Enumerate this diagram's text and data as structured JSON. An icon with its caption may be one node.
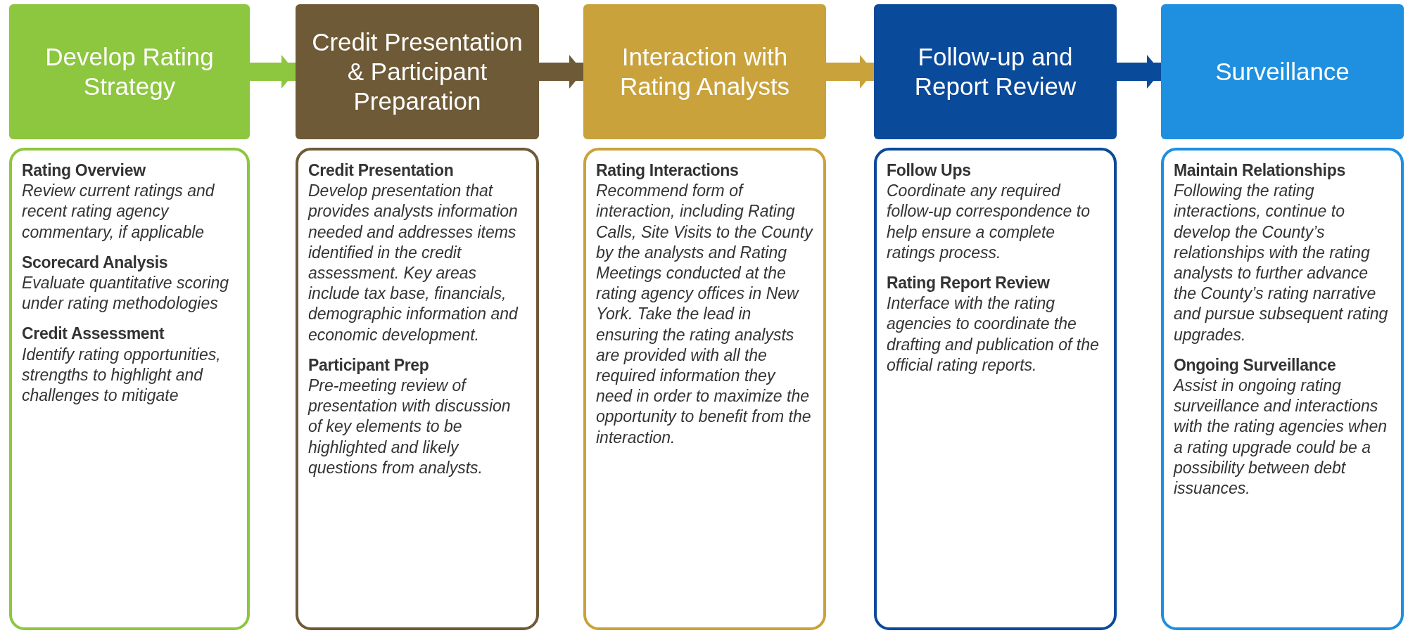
{
  "diagram": {
    "nodes": [
      {
        "text": [
          "Develop Rating Strategy"
        ]
      },
      {
        "text": [
          "Rating Overview",
          "Review current ratings and recent rating agency commentary, if applicable",
          "Scorecard Analysis",
          "Evaluate quantitative scoring under rating methodologies",
          "Credit Assessment",
          "Identify rating opportunities, strengths to highlight and challenges to mitigate"
        ]
      },
      {
        "text": [
          "Credit Presentation & Participant Preparation"
        ]
      },
      {
        "text": [
          "Credit Presentation",
          "Develop presentation that provides analysts information needed and addresses items identified in the credit assessment.  Key areas include tax base, financials, demographic information and economic development.",
          "Participant Prep",
          "Pre-meeting review of presentation with discussion of key elements to be highlighted and likely questions from analysts."
        ]
      },
      {
        "text": [
          "Interaction with Rating Analysts"
        ]
      },
      {
        "text": [
          "Rating Interactions",
          "Recommend form of interaction, including Rating Calls, Site Visits to the County by the analysts and Rating Meetings conducted at the rating agency offices in New York. Take the lead in ensuring the rating analysts are provided with all the required information they need in order to maximize the opportunity to benefit from the interaction."
        ]
      },
      {
        "text": [
          "Follow-up and Report Review"
        ]
      },
      {
        "text": [
          "Follow Ups",
          "Coordinate any required follow-up correspondence to help ensure a complete ratings process.",
          "Rating Report Review",
          "Interface with the rating agencies to coordinate the drafting and publication of the official rating reports."
        ]
      },
      {
        "text": [
          "Surveillance"
        ]
      },
      {
        "text": [
          "Maintain Relationships",
          "Following the rating interactions, continue to develop the County’s relationships with the rating analysts to further advance the County’s rating narrative and pursue subsequent rating upgrades.",
          "Ongoing Surveillance",
          "Assist in ongoing rating surveillance and interactions with the rating agencies when a rating upgrade could be a possibility between debt issuances."
        ]
      }
    ],
    "edges": [
      {
        "from": 0,
        "to": 2,
        "arrow": "to",
        "color": "#8dc63f"
      },
      {
        "from": 2,
        "to": 4,
        "arrow": "to",
        "color": "#6e5a36"
      },
      {
        "from": 4,
        "to": 6,
        "arrow": "to",
        "color": "#c9a23c"
      },
      {
        "from": 6,
        "to": 8,
        "arrow": "to",
        "color": "#0a4a9a"
      }
    ]
  }
}
